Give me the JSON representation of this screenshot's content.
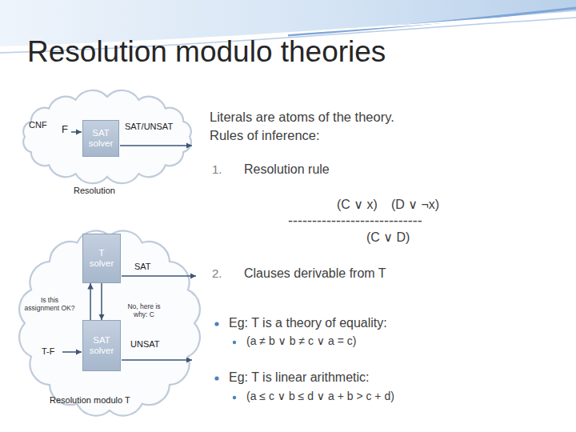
{
  "diagram": {
    "title": "Resolution modulo theories",
    "nodes": [
      {
        "text": [
          "CNF",
          "F",
          "SAT/UNSAT",
          "Resolution"
        ]
      },
      {
        "text": [
          "SAT solver"
        ],
        "in": 0
      },
      {
        "text": [
          "SAT",
          "T-F",
          "UNSAT",
          "Resolution modulo T"
        ]
      },
      {
        "text": [
          "T solver"
        ],
        "in": 2
      },
      {
        "text": [
          "SAT solver"
        ],
        "in": 2
      }
    ],
    "edges": [
      {
        "from": 4,
        "to": 3,
        "arrow": "to",
        "label": "Is this assignment OK?"
      },
      {
        "from": 3,
        "to": 4,
        "arrow": "to",
        "label": "No, here is why: C"
      }
    ],
    "labels": [
      "Literals are atoms of the theory.",
      "Rules of inference:",
      "1.",
      "Resolution rule",
      "(C ∨ x)",
      "(D ∨ ¬x)",
      "----------------------------",
      "(C ∨ D)",
      "2.",
      "Clauses derivable from T",
      "Eg: T is a theory of equality:",
      "(a ≠ b ∨ b ≠ c ∨ a = c)",
      "Eg: T is linear arithmetic:",
      "(a ≤ c ∨ b ≤ d ∨ a + b > c + d)"
    ]
  }
}
